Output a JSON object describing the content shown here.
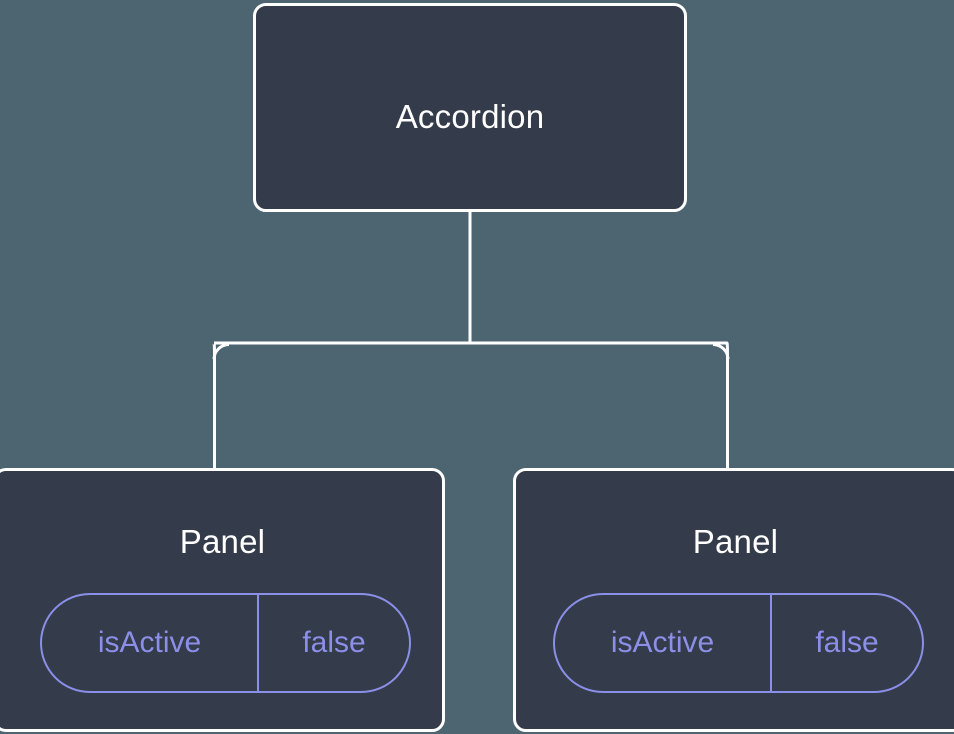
{
  "diagram": {
    "type": "component-tree",
    "background_color": "#4c6570",
    "node_fill_color": "#343b4a",
    "node_border_color": "#ffffff",
    "edge_color": "#ffffff",
    "prop_accent_color": "#8b8fe8",
    "title_text_color": "#ffffff"
  },
  "nodes": {
    "root": {
      "label": "Accordion"
    },
    "children": [
      {
        "label": "Panel",
        "props": [
          {
            "key": "isActive",
            "value": "false"
          }
        ]
      },
      {
        "label": "Panel",
        "props": [
          {
            "key": "isActive",
            "value": "false"
          }
        ]
      }
    ]
  }
}
